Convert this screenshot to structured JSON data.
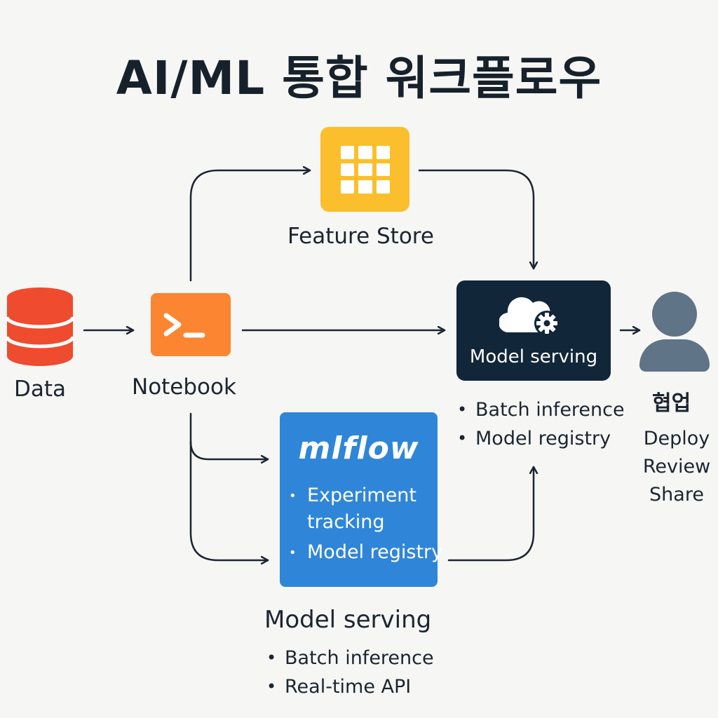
{
  "title": "AI/ML 통합 워크플로우",
  "colors": {
    "data": "#ef4b2f",
    "notebook": "#fb8530",
    "feature_store": "#fbbf2d",
    "model_serving": "#12263a",
    "mlflow": "#2f86d8",
    "user": "#5f7486",
    "arrow": "#1c2530"
  },
  "nodes": {
    "data": {
      "label": "Data",
      "icon": "database-icon"
    },
    "notebook": {
      "label": "Notebook",
      "icon": "terminal-icon"
    },
    "feature_store": {
      "label": "Feature Store",
      "icon": "grid-icon"
    },
    "model_serving": {
      "label": "Model serving",
      "icon": "cloud-gear-icon",
      "items": [
        "Batch inference",
        "Model registry"
      ]
    },
    "mlflow": {
      "logo": "mlflow",
      "items": [
        "Experiment tracking",
        "Model registry"
      ]
    },
    "collab": {
      "label": "협업",
      "icon": "user-icon",
      "items": [
        "Deploy",
        "Review",
        "Share"
      ]
    }
  },
  "bottom": {
    "title": "Model serving",
    "items": [
      "Batch inference",
      "Real-time API"
    ]
  }
}
